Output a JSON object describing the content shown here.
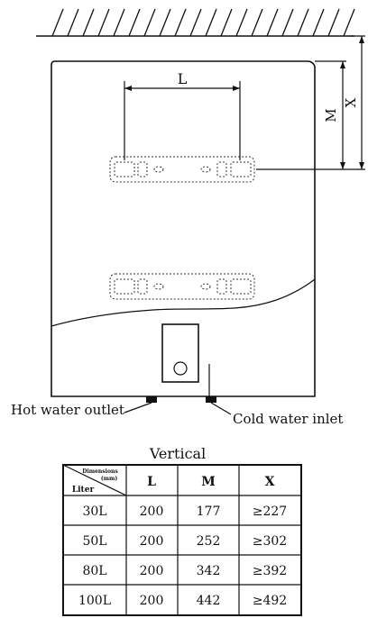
{
  "labels": {
    "dim_l": "L",
    "dim_m": "M",
    "dim_x": "X",
    "hot_water_outlet": "Hot water outlet",
    "cold_water_inlet": "Cold water inlet",
    "table_title": "Vertical"
  },
  "table": {
    "corner_top": "Dimensions",
    "corner_unit": "(mm)",
    "corner_bottom": "Liter",
    "headers": [
      "L",
      "M",
      "X"
    ],
    "rows": [
      {
        "liter": "30L",
        "values": [
          "200",
          "177",
          "≥227"
        ]
      },
      {
        "liter": "50L",
        "values": [
          "200",
          "252",
          "≥302"
        ]
      },
      {
        "liter": "80L",
        "values": [
          "200",
          "342",
          "≥392"
        ]
      },
      {
        "liter": "100L",
        "values": [
          "200",
          "442",
          "≥492"
        ]
      }
    ]
  }
}
